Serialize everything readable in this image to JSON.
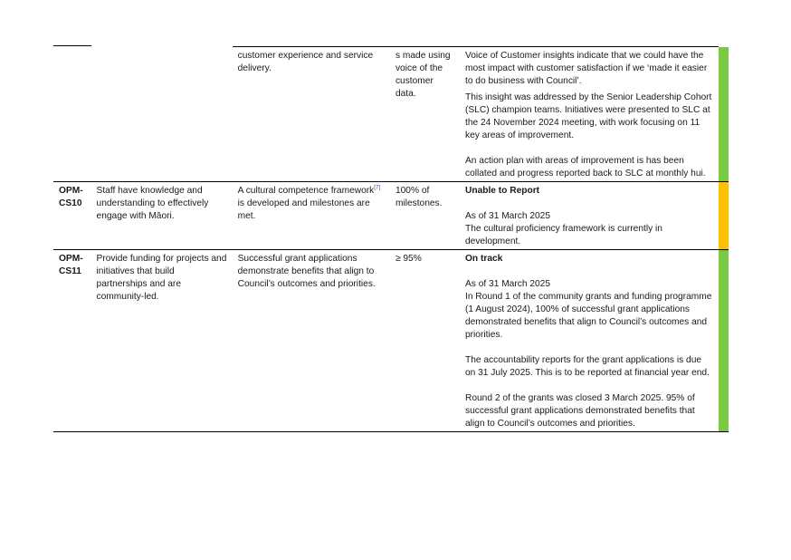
{
  "rows": [
    {
      "code": "",
      "description": "",
      "measure": "customer experience and service delivery.",
      "target": "s made using voice of the customer data.",
      "status_title": "",
      "paragraphs": [
        "Voice of Customer insights indicate that we could have the most impact with customer satisfaction if we ‘made it easier to do business with Council’.",
        "This insight was addressed by the Senior Leadership Cohort (SLC) champion teams. Initiatives were presented to SLC at the 24 November 2024 meeting, with work focusing on 11 key areas of improvement.",
        "An action plan with areas of improvement is has been collated and progress reported back to SLC at monthly hui."
      ],
      "rag": "#7ac943"
    },
    {
      "code": "OPM-CS10",
      "description": "Staff have knowledge and understanding to effectively engage with Māori.",
      "measure_before": "A cultural competence framework",
      "footnote": "[7]",
      "measure_after": " is developed and milestones are met.",
      "target": "100% of milestones.",
      "status_title": "Unable to Report",
      "date_line": "As of 31 March 2025",
      "paragraphs": [
        "The cultural proficiency framework is currently in development."
      ],
      "rag": "#ffc000"
    },
    {
      "code": "OPM-CS11",
      "description": "Provide funding for projects and initiatives that build partnerships and are community-led.",
      "measure": "Successful grant applications demonstrate benefits that align to Council’s outcomes and priorities.",
      "target": "≥ 95%",
      "status_title": "On track",
      "date_line": "As of 31 March 2025",
      "paragraphs": [
        "In Round 1 of the community grants and funding programme (1 August 2024), 100% of successful grant applications demonstrated benefits that align to Council’s outcomes and priorities.",
        "The accountability reports for the grant applications is due on 31 July 2025. This is to be reported at financial year end.",
        "Round 2 of the grants was closed 3 March 2025. 95% of successful grant applications demonstrated benefits that align to Council’s outcomes and priorities."
      ],
      "rag": "#7ac943"
    }
  ]
}
